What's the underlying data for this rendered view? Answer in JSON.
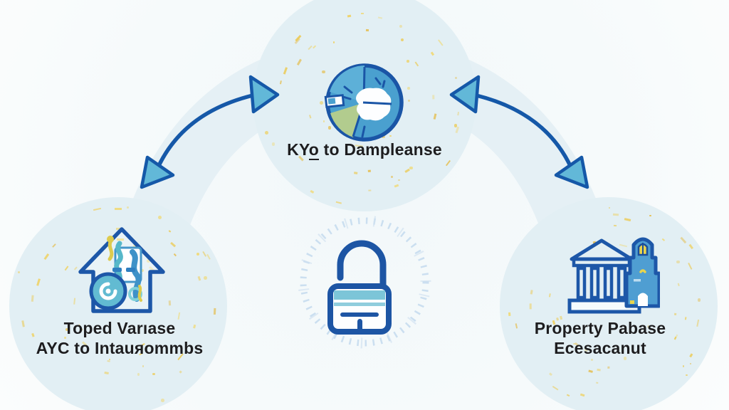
{
  "diagram": {
    "type": "three-node-cycle-illustration",
    "nodes": {
      "top": {
        "icon": "pie-chart-icon",
        "label": {
          "part1": "KY",
          "underlined": "o",
          "part2": " to Dampleanse"
        }
      },
      "left": {
        "icon": "house-icon",
        "label_line1": "Toped Varıase",
        "label_line2": "AYC to Intauяommbs"
      },
      "right": {
        "icon": "bank-building-icon",
        "label_line1": "Property Pabase",
        "label_line2": "Ecesacanut"
      },
      "center": {
        "icon": "unlocked-padlock-icon"
      }
    },
    "connectors": [
      {
        "name": "left-arc-arrow",
        "style": "double-headed curved arrow",
        "from": "left node",
        "to": "top node"
      },
      {
        "name": "right-arc-arrow",
        "style": "double-headed curved arrow",
        "from": "right node",
        "to": "top node"
      }
    ],
    "colors": {
      "background": "#f6fafb",
      "node_circle_fill": "#e2eff4",
      "arc_band": "#e5f0f5",
      "arrow_stroke": "#1558a8",
      "arrowhead_fill": "#62b8d8",
      "icon_outline": "#1d57a8",
      "icon_blue": "#4aa0cf",
      "icon_blue_light": "#5db0d8",
      "icon_teal": "#5fb9cf",
      "icon_green": "#b2cc8e",
      "lock_band": "#7cc5d8",
      "ring_ticks": "#c6dbee",
      "sparkle_yellow": "#ecc94f",
      "text": "#1d1d1f"
    }
  }
}
